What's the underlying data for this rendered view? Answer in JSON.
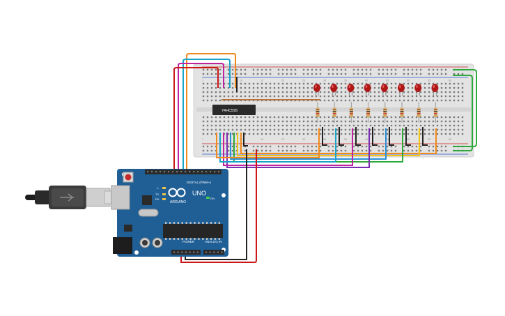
{
  "breadboard": {
    "chip_label": "74HC595",
    "top_columns": [
      "1",
      "5",
      "10",
      "15",
      "20",
      "25",
      "30",
      "35",
      "40",
      "45",
      "50",
      "55",
      "60"
    ],
    "bottom_columns": [
      "1",
      "5",
      "10",
      "15",
      "20",
      "25",
      "30",
      "35",
      "40",
      "45",
      "50",
      "55",
      "60"
    ]
  },
  "leds": {
    "count": 8,
    "color": "#b01818"
  },
  "arduino": {
    "brand": "ARDUINO",
    "model": "UNO",
    "digital_label": "DIGITAL (PWM~)",
    "power_label": "POWER",
    "analog_label": "ANALOG IN",
    "led_labels": [
      "L",
      "TX",
      "RX"
    ],
    "on_label": "ON",
    "board_color": "#1f5f96"
  },
  "wire_colors": {
    "orange": "#f08a1d",
    "blue": "#2b8fd6",
    "magenta": "#c0219f",
    "purple": "#7a2fb3",
    "cyan": "#1aa3c9",
    "green": "#2fa93c",
    "yellow": "#f2c318",
    "red": "#c91818",
    "black": "#222222",
    "brown": "#b4743a"
  }
}
